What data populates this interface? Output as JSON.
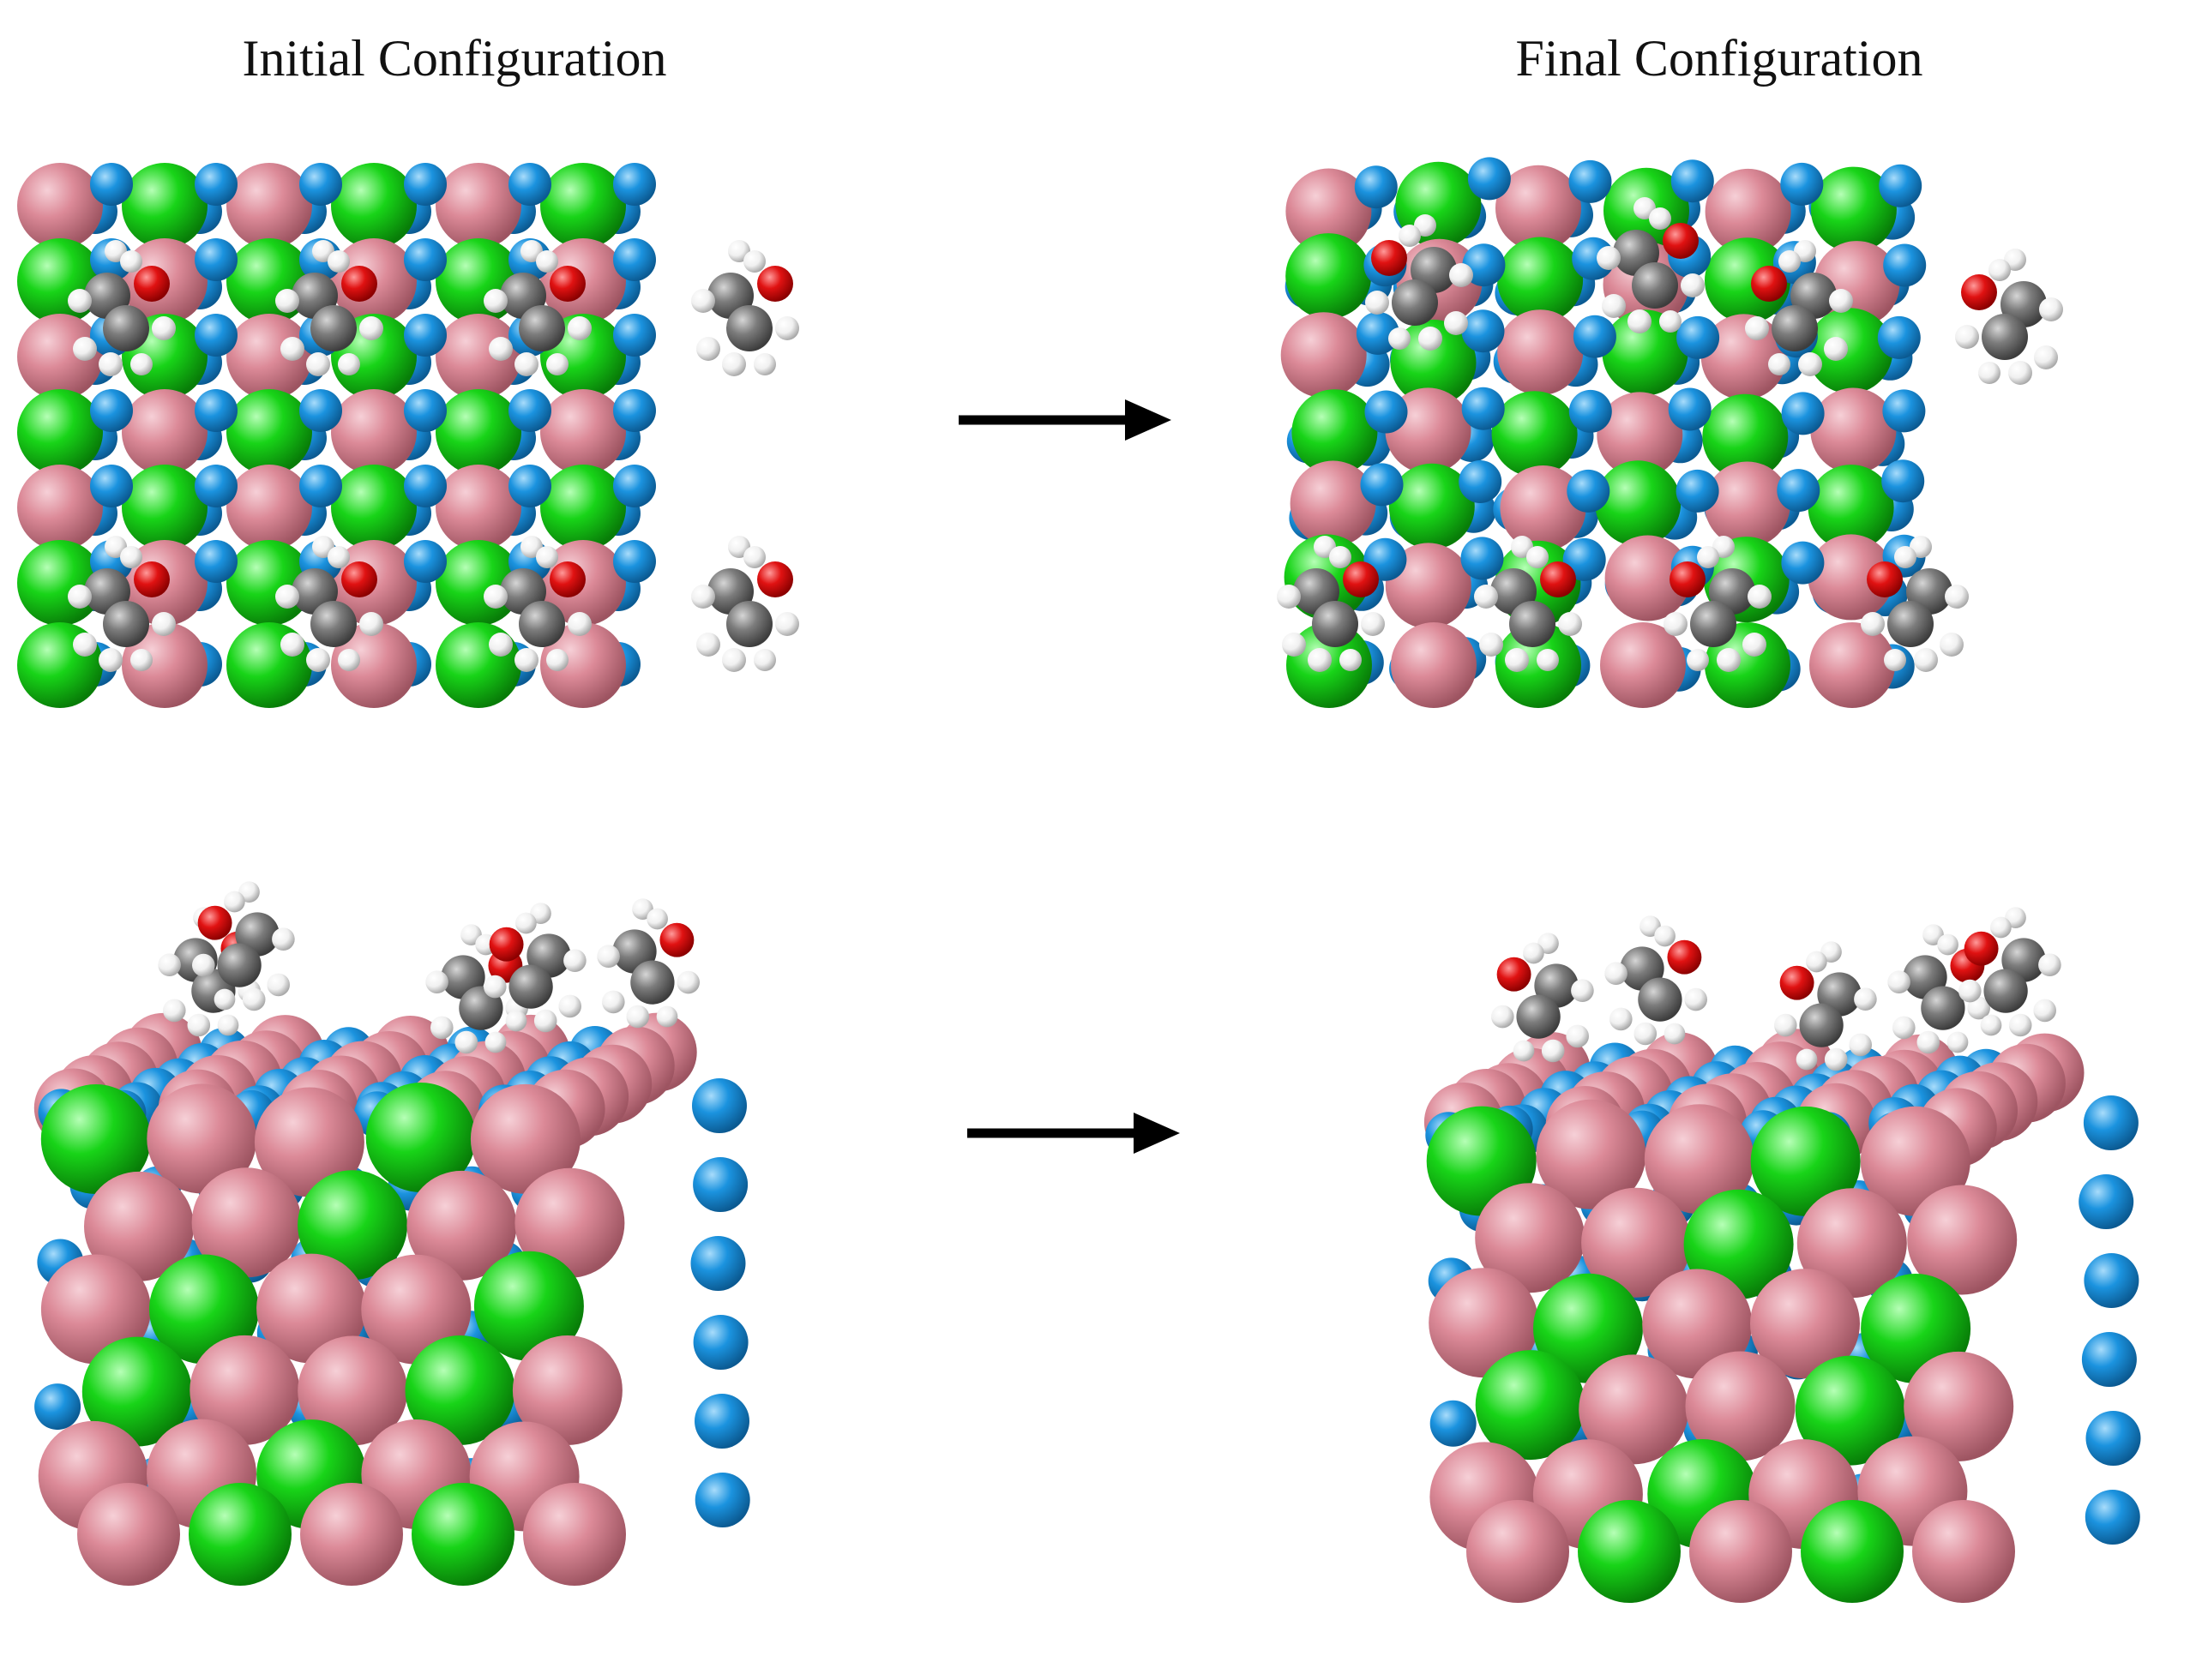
{
  "headings": {
    "initial": "Initial Configuration",
    "final": "Final Configuration"
  },
  "atom_colors": {
    "pink": "#dc8a98",
    "green": "#18d418",
    "blue": "#1b93df",
    "gray": "#7c7c7c",
    "white": "#f2f2f2",
    "red": "#e01212"
  },
  "arrow_color": "#000000",
  "background": "#ffffff",
  "panels": [
    {
      "key": "initial-top",
      "view": "top",
      "state": "initial"
    },
    {
      "key": "final-top",
      "view": "top",
      "state": "final"
    },
    {
      "key": "initial-side",
      "view": "side",
      "state": "initial"
    },
    {
      "key": "final-side",
      "view": "side",
      "state": "final"
    }
  ]
}
